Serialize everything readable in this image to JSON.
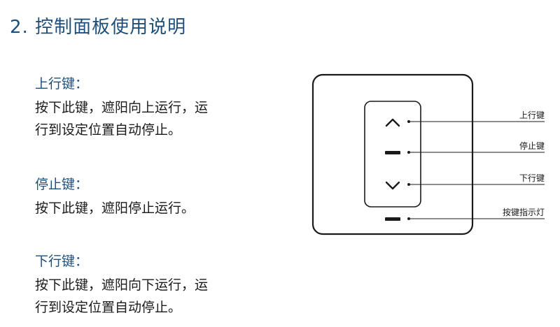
{
  "title": "2. 控制面板使用说明",
  "sections": [
    {
      "heading": "上行键：",
      "lines": [
        "按下此键，遮阳向上运行，运",
        "行到设定位置自动停止。"
      ]
    },
    {
      "heading": "停止键：",
      "lines": [
        "按下此键，遮阳停止运行。"
      ]
    },
    {
      "heading": "下行键：",
      "lines": [
        "按下此键，遮阳向下运行，运",
        "行到设定位置自动停止。"
      ]
    }
  ],
  "panel": {
    "callouts": [
      "上行键",
      "停止键",
      "下行键",
      "按键指示灯"
    ],
    "up_icon": "chevron-up-icon",
    "stop_icon": "dash-icon",
    "down_icon": "chevron-down-icon",
    "indicator_icon": "indicator-light-icon"
  },
  "colors": {
    "heading": "#1e4f7a",
    "text": "#1a1a1a",
    "outline": "#1a1a1a"
  }
}
